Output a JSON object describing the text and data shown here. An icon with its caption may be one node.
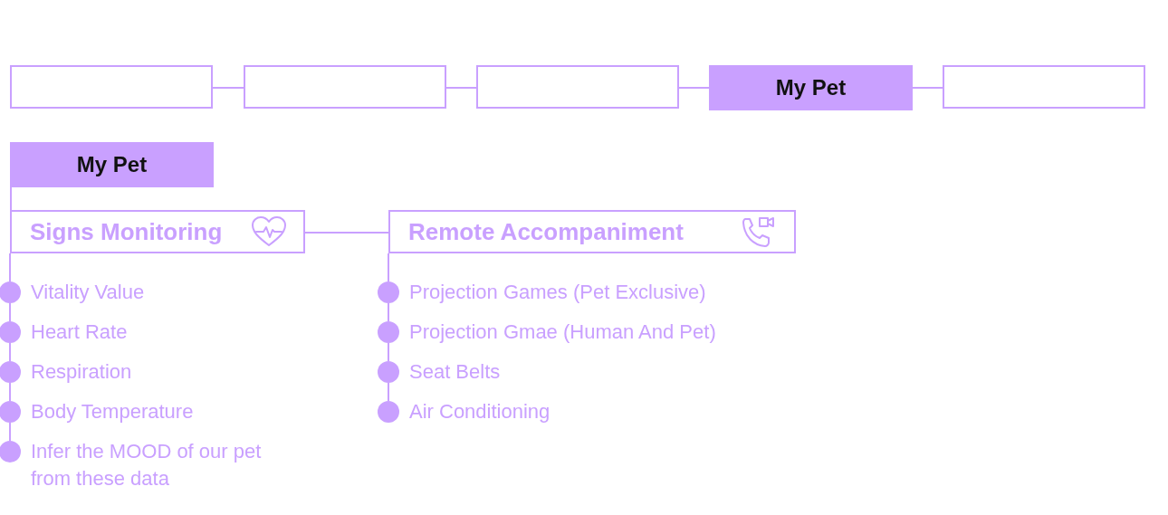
{
  "diagram": {
    "nodes": [
      {
        "text": [],
        "shape": "box"
      },
      {
        "text": [],
        "shape": "box"
      },
      {
        "text": [],
        "shape": "box"
      },
      {
        "text": [
          "My Pet"
        ]
      },
      {
        "text": [],
        "shape": "box"
      },
      {
        "text": [
          "My Pet"
        ]
      },
      {
        "text": [
          "Signs Monitoring"
        ]
      },
      {
        "text": [
          "Remote Accompaniment"
        ]
      },
      {
        "text": [
          "Vitality Value"
        ]
      },
      {
        "text": [
          "Heart Rate"
        ]
      },
      {
        "text": [
          "Respiration"
        ]
      },
      {
        "text": [
          "Body Temperature"
        ]
      },
      {
        "text": [
          "Infer the MOOD of our pet from these data"
        ]
      },
      {
        "text": [
          "Projection Games (Pet Exclusive)"
        ]
      },
      {
        "text": [
          "Projection Gmae (Human And Pet)"
        ]
      },
      {
        "text": [
          "Seat Belts"
        ]
      },
      {
        "text": [
          "Air Conditioning"
        ]
      }
    ],
    "edges": [
      {
        "from": 0,
        "to": 1,
        "arrow": "none"
      },
      {
        "from": 1,
        "to": 2,
        "arrow": "none"
      },
      {
        "from": 2,
        "to": 3,
        "arrow": "none"
      },
      {
        "from": 3,
        "to": 4,
        "arrow": "none"
      },
      {
        "from": 5,
        "to": 6,
        "arrow": "none"
      },
      {
        "from": 6,
        "to": 7,
        "arrow": "none"
      },
      {
        "from": 6,
        "to": 8,
        "arrow": "none"
      },
      {
        "from": 8,
        "to": 9,
        "arrow": "none"
      },
      {
        "from": 9,
        "to": 10,
        "arrow": "none"
      },
      {
        "from": 10,
        "to": 11,
        "arrow": "none"
      },
      {
        "from": 11,
        "to": 12,
        "arrow": "none"
      },
      {
        "from": 7,
        "to": 13,
        "arrow": "none"
      },
      {
        "from": 13,
        "to": 14,
        "arrow": "none"
      },
      {
        "from": 14,
        "to": 15,
        "arrow": "none"
      },
      {
        "from": 15,
        "to": 16,
        "arrow": "none"
      }
    ]
  }
}
